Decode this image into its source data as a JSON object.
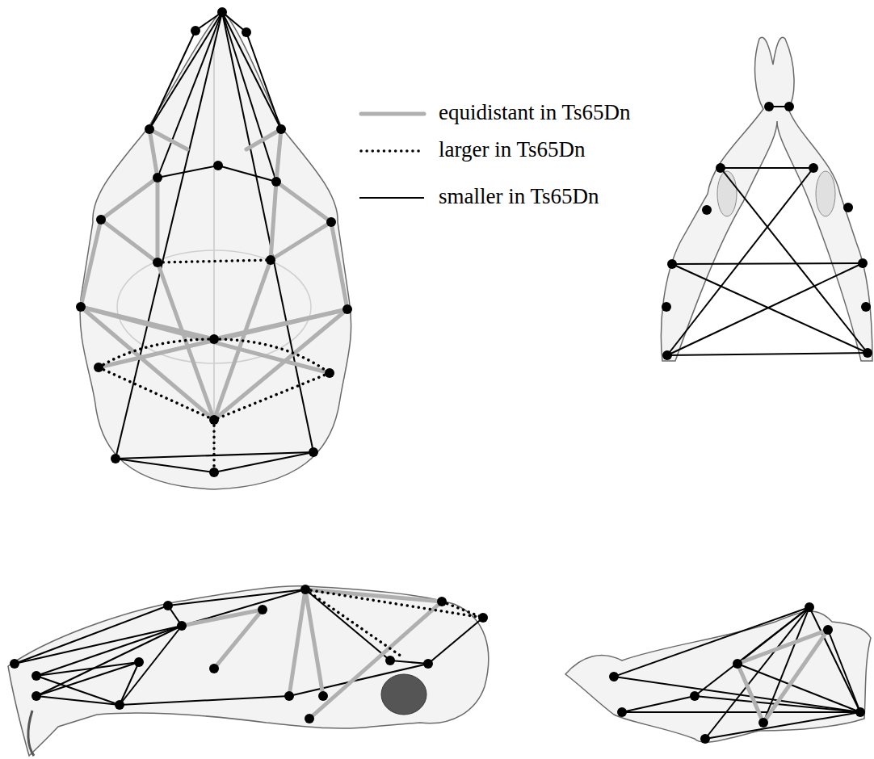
{
  "diagram": {
    "legend": [
      {
        "text": "equidistant in Ts65Dn"
      },
      {
        "text": "larger in Ts65Dn"
      },
      {
        "text": "smaller in Ts65Dn"
      }
    ]
  }
}
